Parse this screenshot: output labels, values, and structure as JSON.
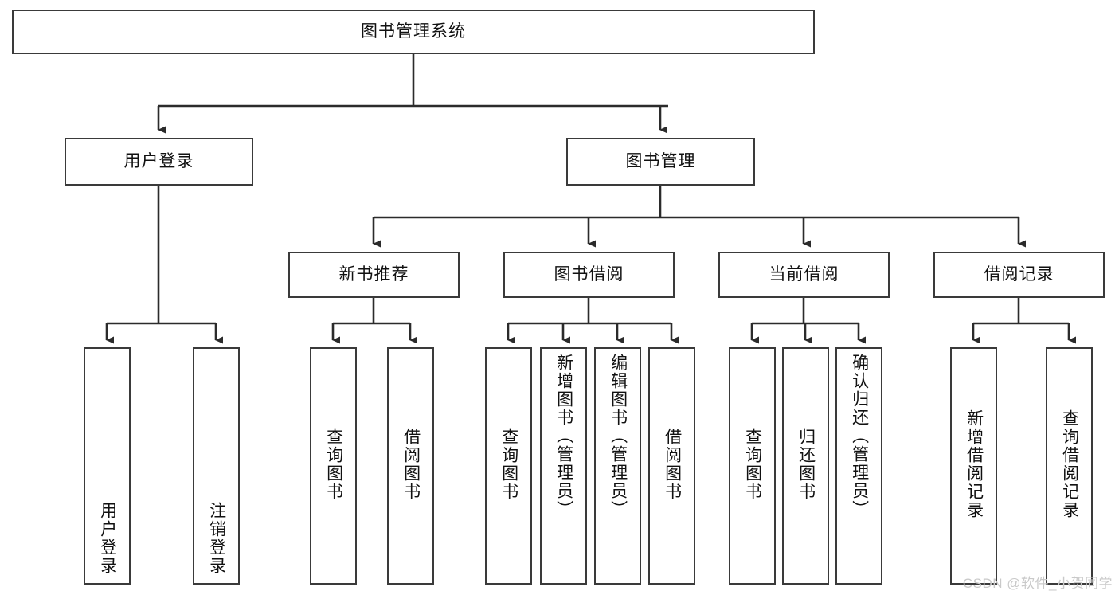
{
  "diagram": {
    "title": "图书管理系统",
    "type": "tree",
    "watermark": "CSDN @软件_小贺同学",
    "colors": {
      "box_border": "#3a3a3a",
      "box_fill": "#ffffff",
      "connector": "#2b2b2b",
      "text": "#111111",
      "watermark": "#c9c9c9"
    },
    "nodes": {
      "root": {
        "label": "图书管理系统",
        "orientation": "horizontal"
      },
      "user_login": {
        "label": "用户登录",
        "orientation": "horizontal"
      },
      "book_manage": {
        "label": "图书管理",
        "orientation": "horizontal"
      },
      "new_book_rec": {
        "label": "新书推荐",
        "orientation": "horizontal"
      },
      "book_borrow": {
        "label": "图书借阅",
        "orientation": "horizontal"
      },
      "current_borrow": {
        "label": "当前借阅",
        "orientation": "horizontal"
      },
      "borrow_record": {
        "label": "借阅记录",
        "orientation": "horizontal"
      },
      "leaf_user_login": {
        "label": "用户登录",
        "orientation": "vertical"
      },
      "leaf_logout": {
        "label": "注销登录",
        "orientation": "vertical"
      },
      "leaf_query_book_1": {
        "label": "查询图书",
        "orientation": "vertical"
      },
      "leaf_borrow_book_1": {
        "label": "借阅图书",
        "orientation": "vertical"
      },
      "leaf_query_book_2": {
        "label": "查询图书",
        "orientation": "vertical"
      },
      "leaf_add_book": {
        "label": "新增图书（管理员）",
        "orientation": "vertical"
      },
      "leaf_edit_book": {
        "label": "编辑图书（管理员）",
        "orientation": "vertical"
      },
      "leaf_borrow_book_2": {
        "label": "借阅图书",
        "orientation": "vertical"
      },
      "leaf_query_book_3": {
        "label": "查询图书",
        "orientation": "vertical"
      },
      "leaf_return_book": {
        "label": "归还图书",
        "orientation": "vertical"
      },
      "leaf_confirm_return": {
        "label": "确认归还（管理员）",
        "orientation": "vertical"
      },
      "leaf_add_record": {
        "label": "新增借阅记录",
        "orientation": "vertical"
      },
      "leaf_query_record": {
        "label": "查询借阅记录",
        "orientation": "vertical"
      }
    },
    "edges": [
      {
        "from": "root",
        "to": "user_login"
      },
      {
        "from": "root",
        "to": "book_manage"
      },
      {
        "from": "user_login",
        "to": "leaf_user_login"
      },
      {
        "from": "user_login",
        "to": "leaf_logout"
      },
      {
        "from": "book_manage",
        "to": "new_book_rec"
      },
      {
        "from": "book_manage",
        "to": "book_borrow"
      },
      {
        "from": "book_manage",
        "to": "current_borrow"
      },
      {
        "from": "book_manage",
        "to": "borrow_record"
      },
      {
        "from": "new_book_rec",
        "to": "leaf_query_book_1"
      },
      {
        "from": "new_book_rec",
        "to": "leaf_borrow_book_1"
      },
      {
        "from": "book_borrow",
        "to": "leaf_query_book_2"
      },
      {
        "from": "book_borrow",
        "to": "leaf_add_book"
      },
      {
        "from": "book_borrow",
        "to": "leaf_edit_book"
      },
      {
        "from": "book_borrow",
        "to": "leaf_borrow_book_2"
      },
      {
        "from": "current_borrow",
        "to": "leaf_query_book_3"
      },
      {
        "from": "current_borrow",
        "to": "leaf_return_book"
      },
      {
        "from": "current_borrow",
        "to": "leaf_confirm_return"
      },
      {
        "from": "borrow_record",
        "to": "leaf_add_record"
      },
      {
        "from": "borrow_record",
        "to": "leaf_query_record"
      }
    ]
  }
}
